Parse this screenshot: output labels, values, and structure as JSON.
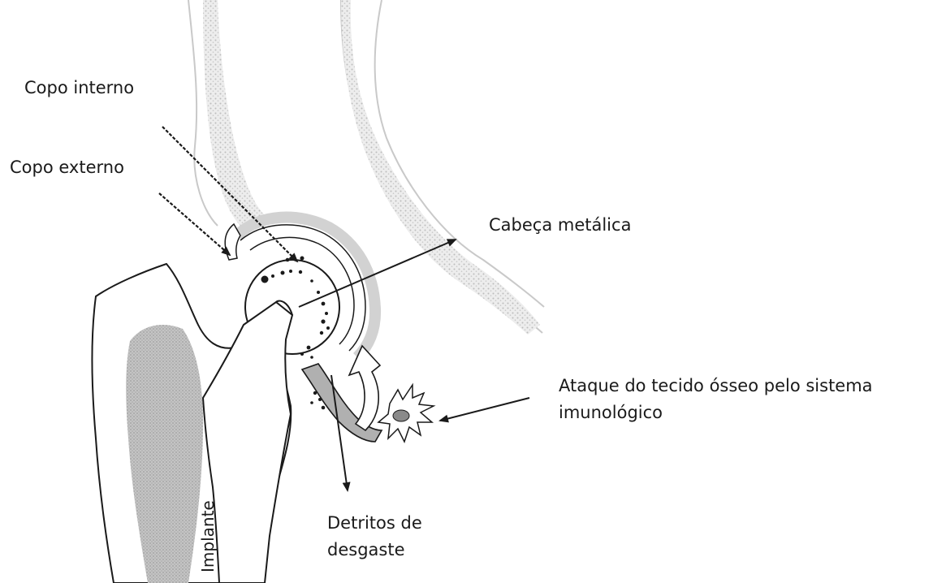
{
  "labels": {
    "inner_cup": "Copo interno",
    "outer_cup": "Copo externo",
    "metal_head": "Cabeça metálica",
    "immune_attack_line1": "Ataque do tecido ósseo pelo sistema",
    "immune_attack_line2": "imunológico",
    "wear_debris_line1": "Detritos de",
    "wear_debris_line2": "desgaste",
    "implant": "Implante"
  },
  "colors": {
    "line": "#1a1a1a",
    "bone_shade": "#b7b7b7",
    "pelvis_stipple": "#cfcfcf",
    "arrow_fill": "#ffffff",
    "band_fill": "#b0b0b0"
  }
}
